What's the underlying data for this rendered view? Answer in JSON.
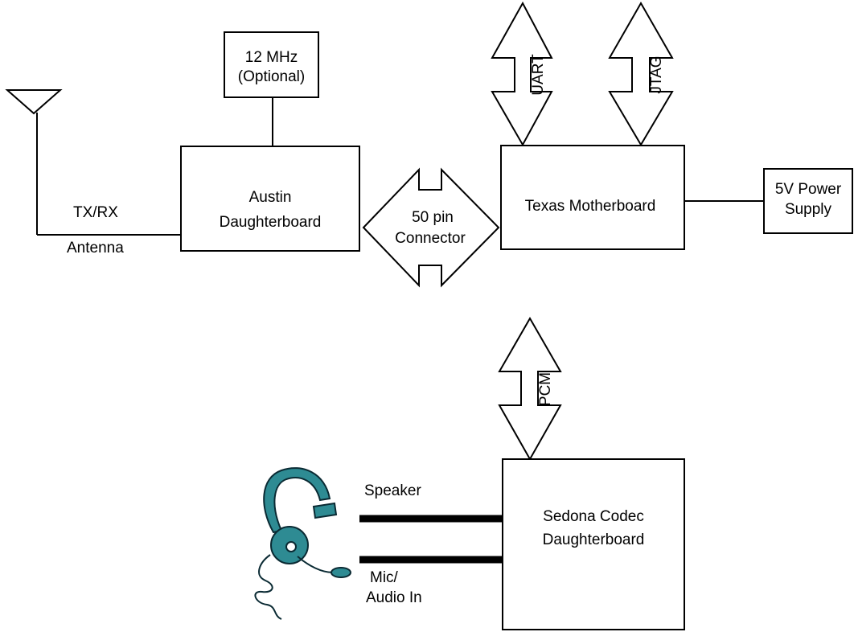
{
  "blocks": {
    "clock": {
      "line1": "12 MHz",
      "line2": "(Optional)"
    },
    "austin": {
      "line1": "Austin",
      "line2": "Daughterboard"
    },
    "texas": {
      "line1": "Texas Motherboard"
    },
    "power": {
      "line1": "5V Power",
      "line2": "Supply"
    },
    "sedona": {
      "line1": "Sedona Codec",
      "line2": "Daughterboard"
    }
  },
  "buses": {
    "uart": "UART",
    "jtag": "JTAG",
    "pcm": "PCM",
    "connector": {
      "line1": "50 pin",
      "line2": "Connector"
    }
  },
  "labels": {
    "txrx": "TX/RX",
    "antenna": "Antenna",
    "speaker": "Speaker",
    "mic_line1": "Mic/",
    "mic_line2": "Audio In"
  },
  "colors": {
    "headset": "#2e8b93",
    "headset_outline": "#0a2a33"
  },
  "icons": [
    "antenna-icon",
    "headset-icon"
  ]
}
